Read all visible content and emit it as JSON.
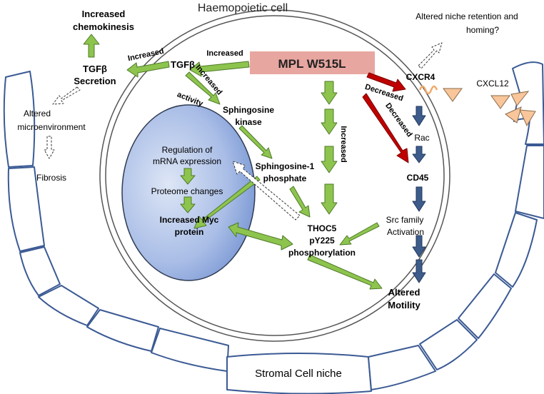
{
  "title": "Haemopoietic cell",
  "niche_label": "Stromal Cell niche",
  "mutation_label": "MPL W515L",
  "outside": {
    "increased_chemokinesis": [
      "Increased",
      "chemokinesis"
    ],
    "tgfb_secretion": [
      "TGFβ",
      "Secretion"
    ],
    "increased_secretion_label": "Increased",
    "altered_microenvironment": [
      "Altered",
      "microenvironment"
    ],
    "fibrosis": "Fibrosis",
    "altered_niche": [
      "Altered niche retention and",
      "homing?"
    ],
    "cxcl12": "CXCL12"
  },
  "cell": {
    "tgfb": "TGFβ",
    "increased_tgfb_label": "Increased",
    "increased_activity_label": [
      "Increased",
      "activity"
    ],
    "sphingosine_kinase": [
      "Sphingosine",
      "kinase"
    ],
    "s1p": [
      "Sphingosine-1",
      "phosphate"
    ],
    "increased_vertical_label": "Increased",
    "thoc5": [
      "THOC5",
      "pY225",
      "phosphorylation"
    ],
    "cxcr4": "CXCR4",
    "decreased_1": "Decreased",
    "decreased_2": "Decreased",
    "rac": "Rac",
    "cd45": "CD45",
    "src_activation": [
      "Src family",
      "Activation"
    ],
    "altered_motility": [
      "Altered",
      "Motility"
    ]
  },
  "nucleus": {
    "regulation": [
      "Regulation of",
      "mRNA expression"
    ],
    "proteome": "Proteome changes",
    "myc": [
      "Increased Myc",
      "protein"
    ]
  },
  "colors": {
    "green_arrow": "#8dc44e",
    "green_stroke": "#4f7a28",
    "red_arrow": "#c00000",
    "blue_arrow": "#3d5c8c",
    "mutation_box": "#e8a6a0",
    "nucleus": "#8faadc",
    "stromal_outline": "#3b5a94",
    "cxcl12_fill": "#f8c69a"
  }
}
